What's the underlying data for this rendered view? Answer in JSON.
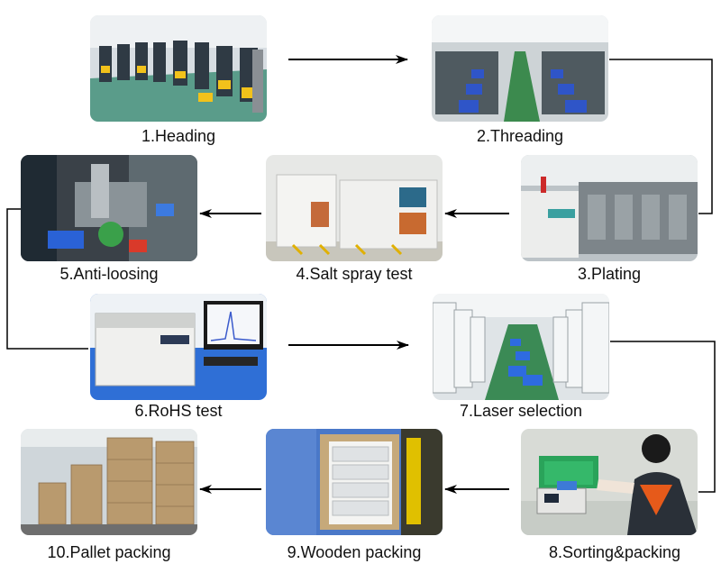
{
  "steps": [
    {
      "number": 1,
      "label": "1.Heading",
      "icon": "heading-machines-photo"
    },
    {
      "number": 2,
      "label": "2.Threading",
      "icon": "threading-machines-photo"
    },
    {
      "number": 3,
      "label": "3.Plating",
      "icon": "plating-line-photo"
    },
    {
      "number": 4,
      "label": "4.Salt spray test",
      "icon": "salt-spray-chamber-photo"
    },
    {
      "number": 5,
      "label": "5.Anti-loosing",
      "icon": "anti-loosing-machine-photo"
    },
    {
      "number": 6,
      "label": "6.RoHS test",
      "icon": "rohs-analyzer-photo"
    },
    {
      "number": 7,
      "label": "7.Laser selection",
      "icon": "laser-selection-machines-photo"
    },
    {
      "number": 8,
      "label": "8.Sorting&packing",
      "icon": "sorting-worker-photo"
    },
    {
      "number": 9,
      "label": "9.Wooden packing",
      "icon": "wooden-box-packing-photo"
    },
    {
      "number": 10,
      "label": "10.Pallet packing",
      "icon": "pallet-stack-photo"
    }
  ],
  "colors": {
    "arrow": "#000000",
    "connector": "#000000",
    "label_text": "#111111"
  }
}
